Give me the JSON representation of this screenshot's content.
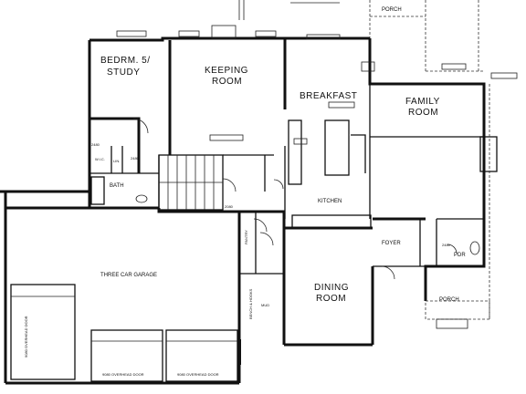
{
  "rooms": {
    "bedroom": {
      "line1": "BEDRM. 5/",
      "line2": "STUDY"
    },
    "keeping": {
      "line1": "KEEPING",
      "line2": "ROOM"
    },
    "breakfast": {
      "label": "BREAKFAST"
    },
    "family": {
      "line1": "FAMILY",
      "line2": "ROOM"
    },
    "kitchen": {
      "label": "KITCHEN"
    },
    "garage": {
      "label": "THREE CAR GARAGE"
    },
    "dining": {
      "line1": "DINING",
      "line2": "ROOM"
    },
    "foyer": {
      "label": "FOYER"
    },
    "pdr": {
      "label": "PDR"
    },
    "porch_top": {
      "label": "PORCH"
    },
    "porch_bottom": {
      "label": "PORCH"
    },
    "bath": {
      "label": "BATH"
    },
    "wic": {
      "label": "W.I.C."
    },
    "linen": {
      "label": "LIN."
    },
    "pantry": {
      "label": "PANTRY"
    },
    "mud": {
      "label": "MUD"
    },
    "bench": {
      "label": "BENCH & HOOKS"
    }
  },
  "notes": {
    "overhead_door_left": "9080 OVERHEAD DOOR",
    "overhead_door_mid": "9080 OVERHEAD DOOR",
    "overhead_door_right": "9080 OVERHEAD DOOR",
    "door_2480_a": "2480",
    "door_2480_b": "2480",
    "door_2480_c": "2480",
    "door_2080": "2080"
  },
  "colors": {
    "ink": "#111111",
    "paper": "#ffffff"
  }
}
